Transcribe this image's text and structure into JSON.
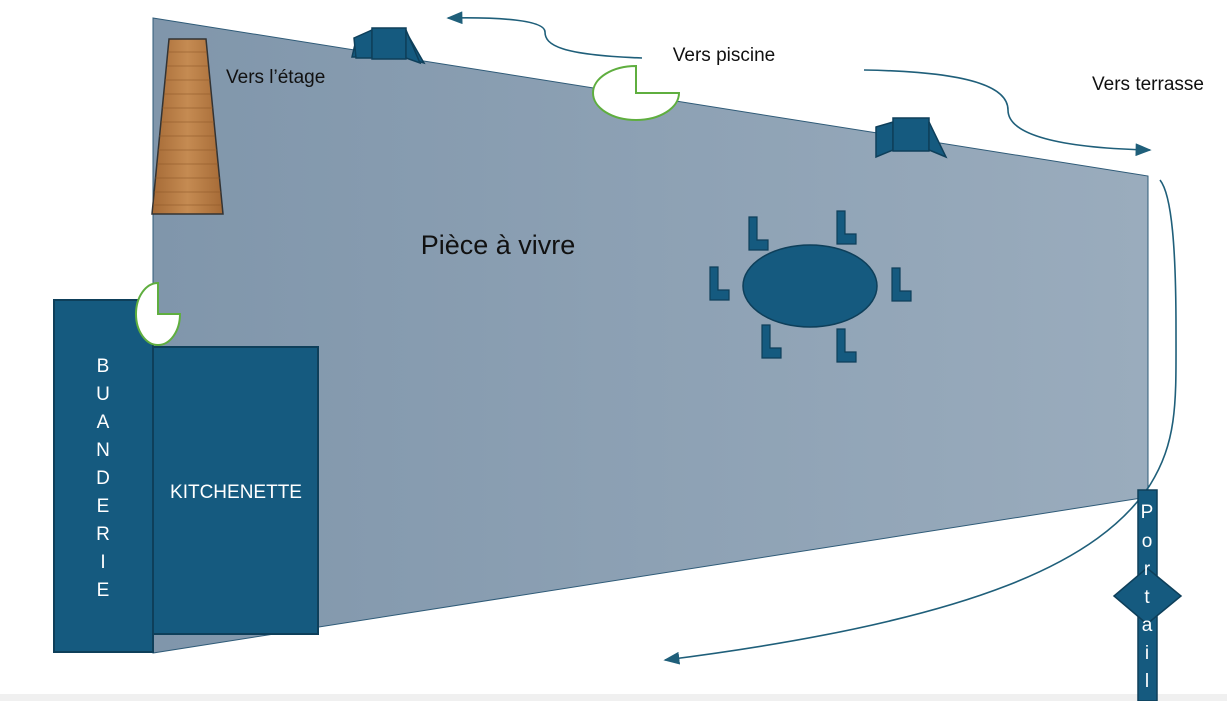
{
  "labels": {
    "room": "Pièce à vivre",
    "stairs": "Vers l’étage",
    "pool": "Vers piscine",
    "terrace": "Vers terrasse",
    "kitchenette": "KITCHENETTE",
    "laundry": [
      "B",
      "U",
      "A",
      "N",
      "D",
      "E",
      "R",
      "I",
      "E"
    ],
    "gate": [
      "P",
      "o",
      "r",
      "t",
      "a",
      "i",
      "l"
    ]
  },
  "colors": {
    "room_fill": "#8a9fb3",
    "dark_blue": "#155a7f",
    "door_outline": "#5fae3f",
    "arrow": "#1f5f7a",
    "stairs_wood": "#b97d45"
  }
}
